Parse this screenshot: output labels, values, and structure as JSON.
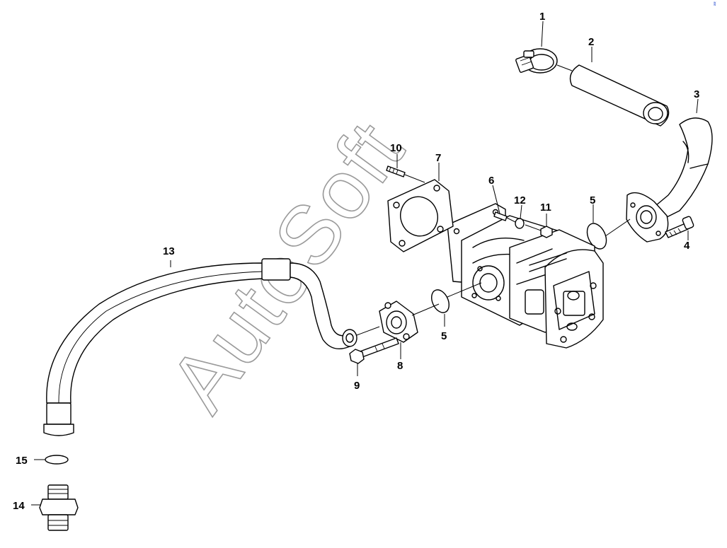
{
  "watermark": "AutoSoft",
  "callouts": {
    "c1": "1",
    "c2": "2",
    "c3": "3",
    "c4": "4",
    "c5a": "5",
    "c5b": "5",
    "c6": "6",
    "c7": "7",
    "c8": "8",
    "c9": "9",
    "c10": "10",
    "c11": "11",
    "c12": "12",
    "c13": "13",
    "c14": "14",
    "c15": "15"
  },
  "colors": {
    "line": "#000000",
    "watermark": "#9a9a9a",
    "background": "#ffffff"
  }
}
